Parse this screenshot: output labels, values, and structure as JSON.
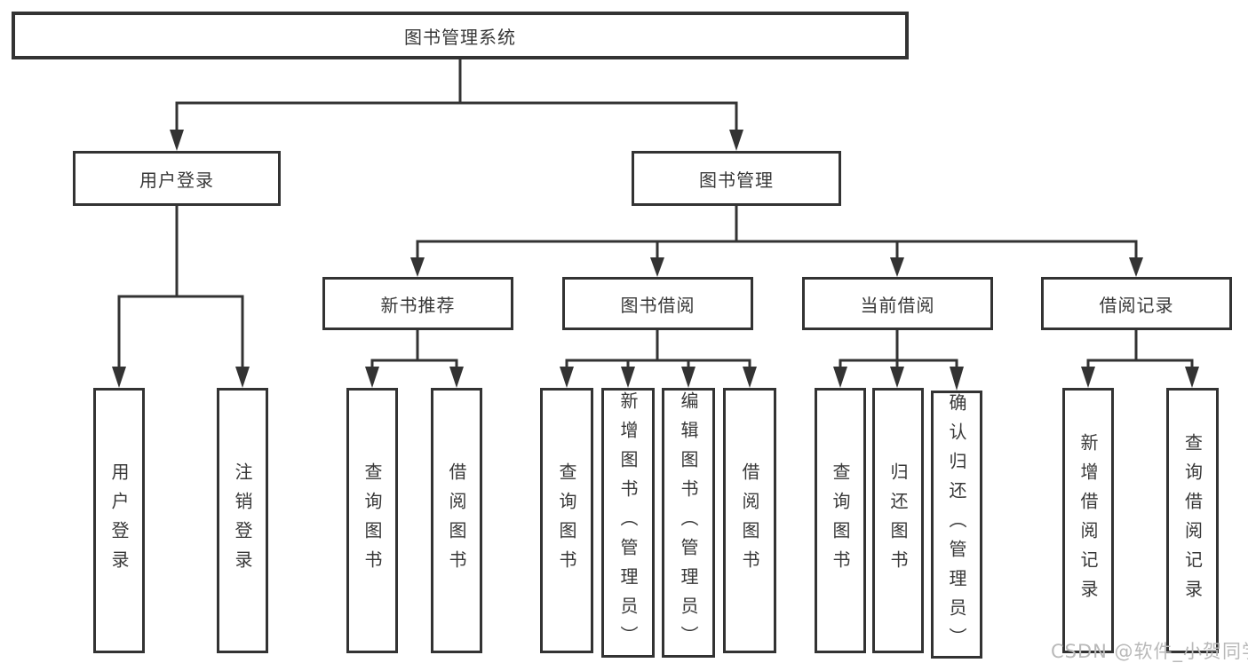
{
  "page": {
    "background": "#ffffff",
    "line_color": "#333333",
    "box_border_color": "#333333",
    "text_color": "#383838"
  },
  "tree": {
    "root": {
      "label": "图书管理系统"
    },
    "children": [
      {
        "label": "用户登录",
        "children": [
          {
            "label": "用户登录"
          },
          {
            "label": "注销登录"
          }
        ]
      },
      {
        "label": "图书管理",
        "children": [
          {
            "label": "新书推荐",
            "children": [
              {
                "label": "查询图书"
              },
              {
                "label": "借阅图书"
              }
            ]
          },
          {
            "label": "图书借阅",
            "children": [
              {
                "label": "查询图书"
              },
              {
                "label": "新增图书（管理员）"
              },
              {
                "label": "编辑图书（管理员）"
              },
              {
                "label": "借阅图书"
              }
            ]
          },
          {
            "label": "当前借阅",
            "children": [
              {
                "label": "查询图书"
              },
              {
                "label": "归还图书"
              },
              {
                "label": "确认归还（管理员）"
              }
            ]
          },
          {
            "label": "借阅记录",
            "children": [
              {
                "label": "新增借阅记录"
              },
              {
                "label": "查询借阅记录"
              }
            ]
          }
        ]
      }
    ]
  },
  "watermark": {
    "text": "CSDN @软件_小贺同学",
    "color": "#b9b9b9"
  }
}
